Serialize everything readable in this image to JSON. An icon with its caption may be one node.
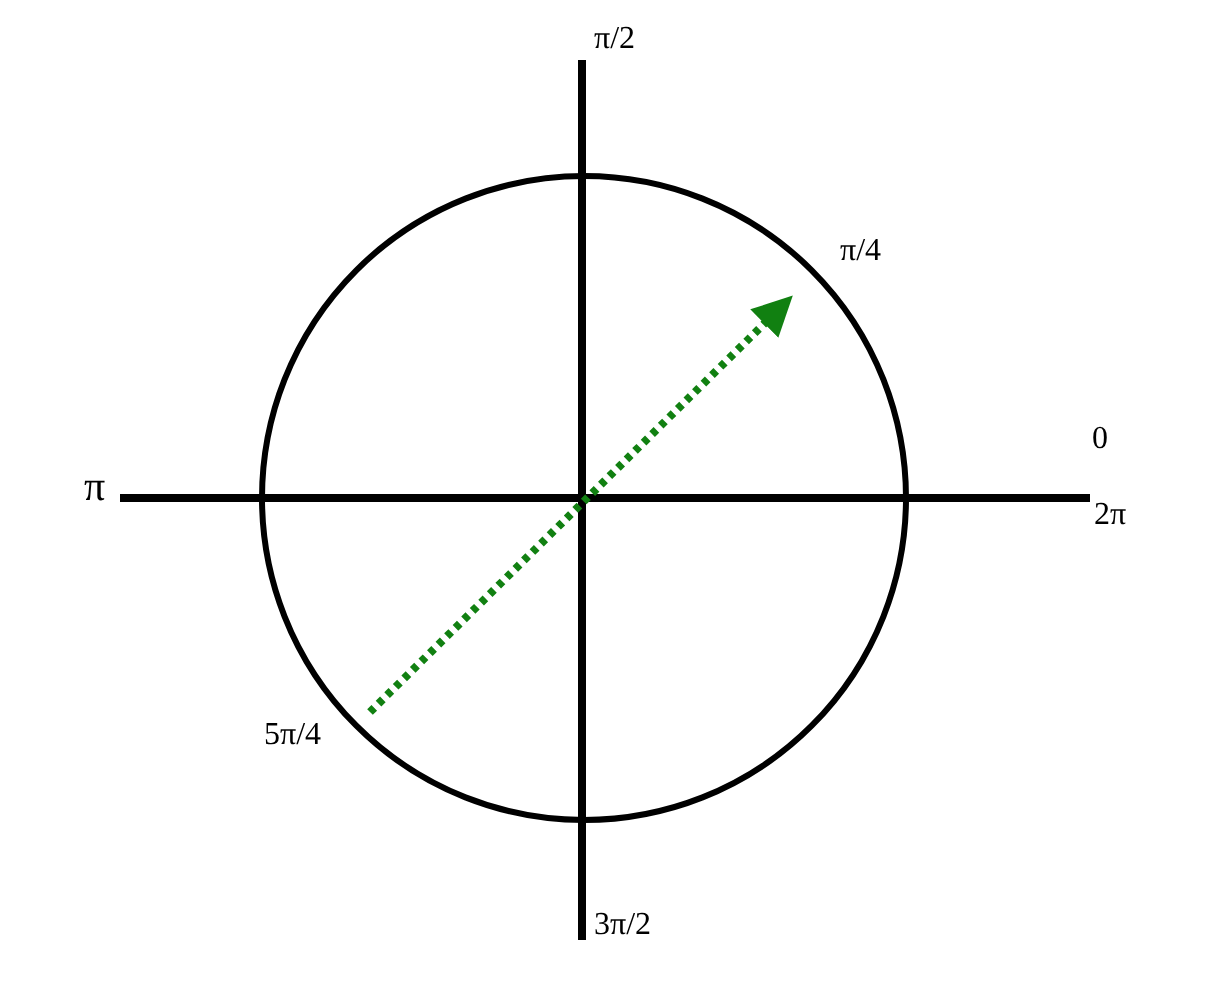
{
  "diagram": {
    "labels": [
      "π/2",
      "π/4",
      "0",
      "π",
      "2π",
      "5π/4",
      "3π/2"
    ]
  }
}
